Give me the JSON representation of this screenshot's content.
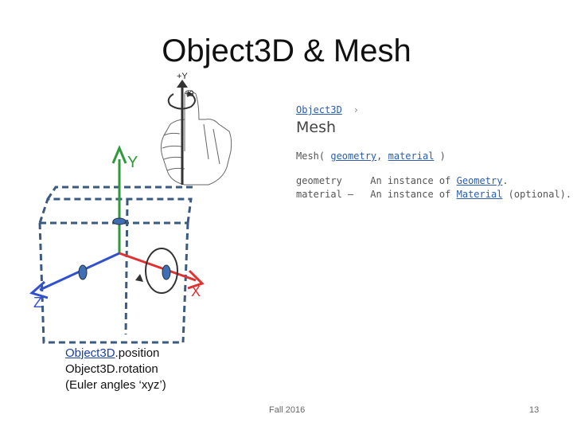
{
  "slide": {
    "title": "Object3D & Mesh",
    "footer": "Fall 2016",
    "page_number": "13"
  },
  "figure": {
    "label_plus_y": "+Y",
    "label_plus_theta": "+θ",
    "axis_y": "Y",
    "axis_x": "X",
    "axis_z": "Z",
    "colors": {
      "y_axis": "#2e9a3a",
      "x_axis": "#e03030",
      "z_axis": "#3050d0",
      "cube": "#3a5a80",
      "dots": "#3f6fb5"
    }
  },
  "doc": {
    "breadcrumb": "Object3D",
    "breadcrumb_arrow": "›",
    "heading": "Mesh",
    "sig_name": "Mesh(",
    "sig_arg1": "geometry",
    "sig_comma": ",",
    "sig_arg2": "material",
    "sig_close": ")",
    "param1_name": "geometry",
    "param1_desc": "An instance of",
    "param1_link": "Geometry",
    "param1_tail": ".",
    "param2_name": "material —",
    "param2_desc": "An instance of",
    "param2_link": "Material",
    "param2_tail": "(optional)."
  },
  "notes": {
    "line1_link": "Object3D",
    "line1_rest": ".position",
    "line2": "Object3D.rotation",
    "line3": "(Euler angles ‘xyz’)"
  }
}
